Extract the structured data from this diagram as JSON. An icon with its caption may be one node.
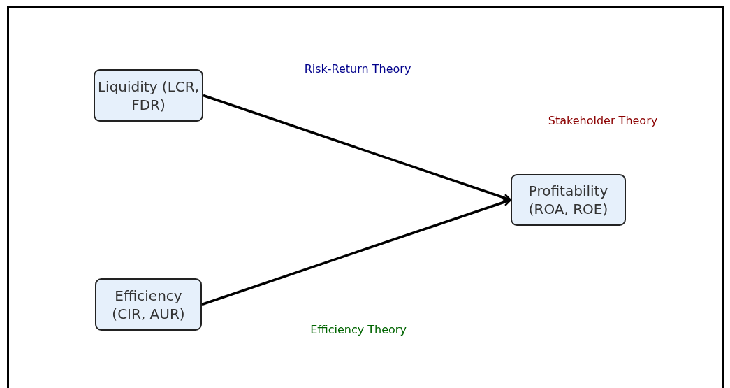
{
  "diagram": {
    "nodes": [
      {
        "text": [
          "Liquidity (LCR, FDR)"
        ]
      },
      {
        "text": [
          "Efficiency (CIR, AUR)"
        ]
      },
      {
        "text": [
          "Profitability (ROA, ROE)"
        ]
      }
    ],
    "edges": [
      {
        "from": 0,
        "to": 2,
        "arrow": "to"
      },
      {
        "from": 1,
        "to": 2,
        "arrow": "to"
      }
    ],
    "labels": [
      "Risk-Return Theory",
      "Stakeholder Theory",
      "Efficiency Theory"
    ]
  }
}
